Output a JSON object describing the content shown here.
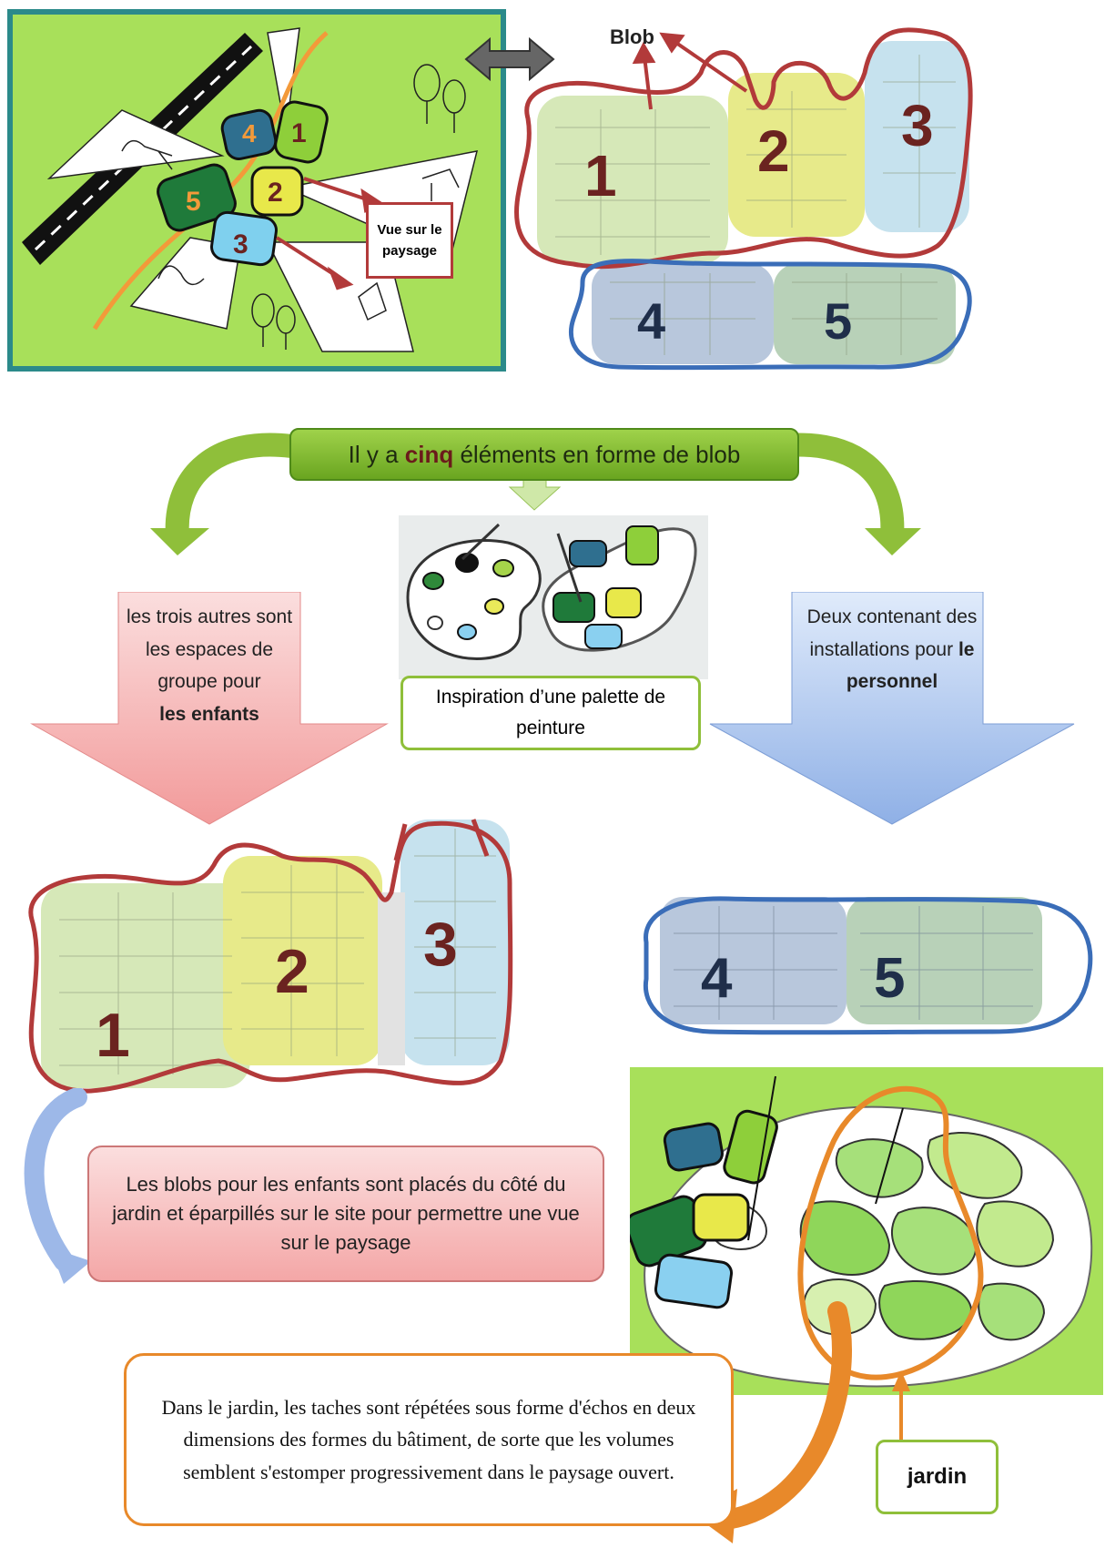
{
  "top_left_sketch": {
    "label_box": "Vue sur le paysage",
    "blob_numbers": [
      "1",
      "2",
      "3",
      "4",
      "5"
    ]
  },
  "plan_top": {
    "blob_label": "Blob",
    "numbers": [
      "1",
      "2",
      "3",
      "4",
      "5"
    ]
  },
  "main_banner": {
    "text_before": "Il y a ",
    "text_bold": "cinq",
    "text_after": " éléments en forme de blob"
  },
  "left_arrow": {
    "text": "les trois autres sont les espaces de groupe pour",
    "bold": "les enfants"
  },
  "right_arrow": {
    "text": "Deux contenant des installations pour",
    "bold_1": "le",
    "bold_2": "personnel"
  },
  "palette": {
    "caption": "Inspiration d’une palette de peinture"
  },
  "plan_children": {
    "numbers": [
      "1",
      "2",
      "3"
    ]
  },
  "plan_staff": {
    "numbers": [
      "4",
      "5"
    ]
  },
  "children_note": "Les blobs pour les enfants sont placés du côté du jardin et éparpillés sur le site pour permettre une vue sur le paysage",
  "garden_note": "Dans le jardin, les taches sont répétées sous forme d'échos en deux dimensions des formes du bâtiment, de sorte que les volumes semblent s'estomper progressivement dans le paysage ouvert.",
  "garden_label": "jardin",
  "colors": {
    "sketch_bg": "#a8e05a",
    "sketch_border": "#2b8a8a",
    "blob_red_outline": "#b23a3a",
    "blob_blue_outline": "#3a6db8",
    "banner_green": "#7fb832",
    "pink_arrow": "#f4a7a7",
    "blue_arrow": "#9db8e8",
    "orange": "#e8892a",
    "number_dark_red": "#6b2320",
    "number_navy": "#1f2e4a"
  }
}
